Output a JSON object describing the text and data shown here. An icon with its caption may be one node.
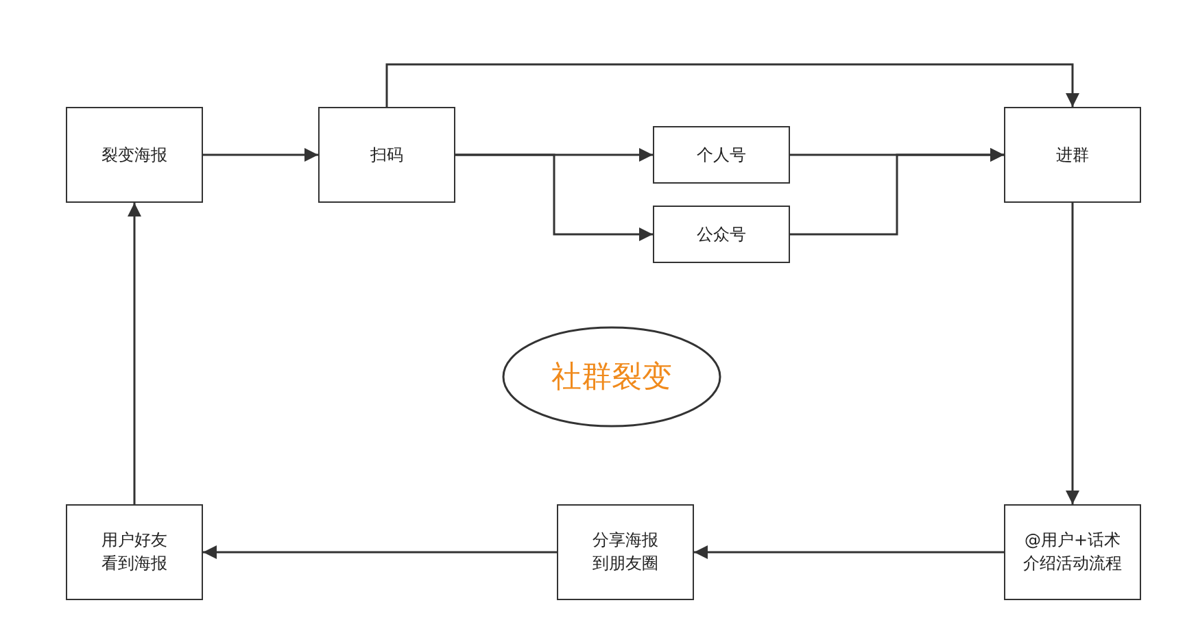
{
  "diagram": {
    "nodes": [
      {
        "text": [
          "裂变海报"
        ]
      },
      {
        "text": [
          "扫码"
        ]
      },
      {
        "text": [
          "个人号"
        ]
      },
      {
        "text": [
          "公众号"
        ]
      },
      {
        "text": [
          "进群"
        ]
      },
      {
        "text": [
          "社群裂变"
        ]
      },
      {
        "text": [
          "@用户+话术介绍活动流程"
        ]
      },
      {
        "text": [
          "分享海报到朋友圈"
        ]
      },
      {
        "text": [
          "用户好友看到海报"
        ]
      }
    ],
    "edges": [
      {
        "from": 0,
        "to": 1,
        "arrow": "to"
      },
      {
        "from": 1,
        "to": 2,
        "arrow": "to"
      },
      {
        "from": 1,
        "to": 3,
        "arrow": "to"
      },
      {
        "from": 2,
        "to": 4,
        "arrow": "to"
      },
      {
        "from": 3,
        "to": 4,
        "arrow": "to"
      },
      {
        "from": 1,
        "to": 4,
        "arrow": "to"
      },
      {
        "from": 4,
        "to": 6,
        "arrow": "to"
      },
      {
        "from": 6,
        "to": 7,
        "arrow": "to"
      },
      {
        "from": 7,
        "to": 8,
        "arrow": "to"
      },
      {
        "from": 8,
        "to": 0,
        "arrow": "to"
      }
    ]
  }
}
